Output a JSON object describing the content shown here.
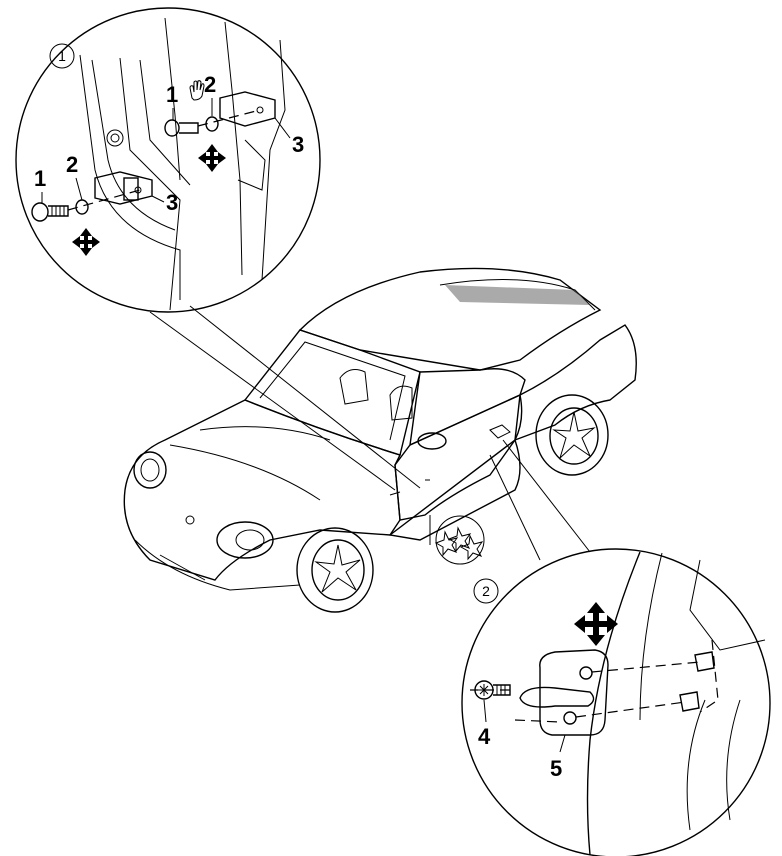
{
  "diagram": {
    "callouts": [
      {
        "id": "detail-1",
        "number": "1"
      },
      {
        "id": "detail-2",
        "number": "2"
      }
    ],
    "detail1_labels": {
      "left": [
        "1",
        "2",
        "3"
      ],
      "right": [
        "1",
        "2",
        "3"
      ]
    },
    "detail2_labels": [
      "4",
      "5"
    ],
    "icons": [
      "adjust-arrows-icon",
      "hand-icon",
      "star-screw-icon"
    ]
  }
}
